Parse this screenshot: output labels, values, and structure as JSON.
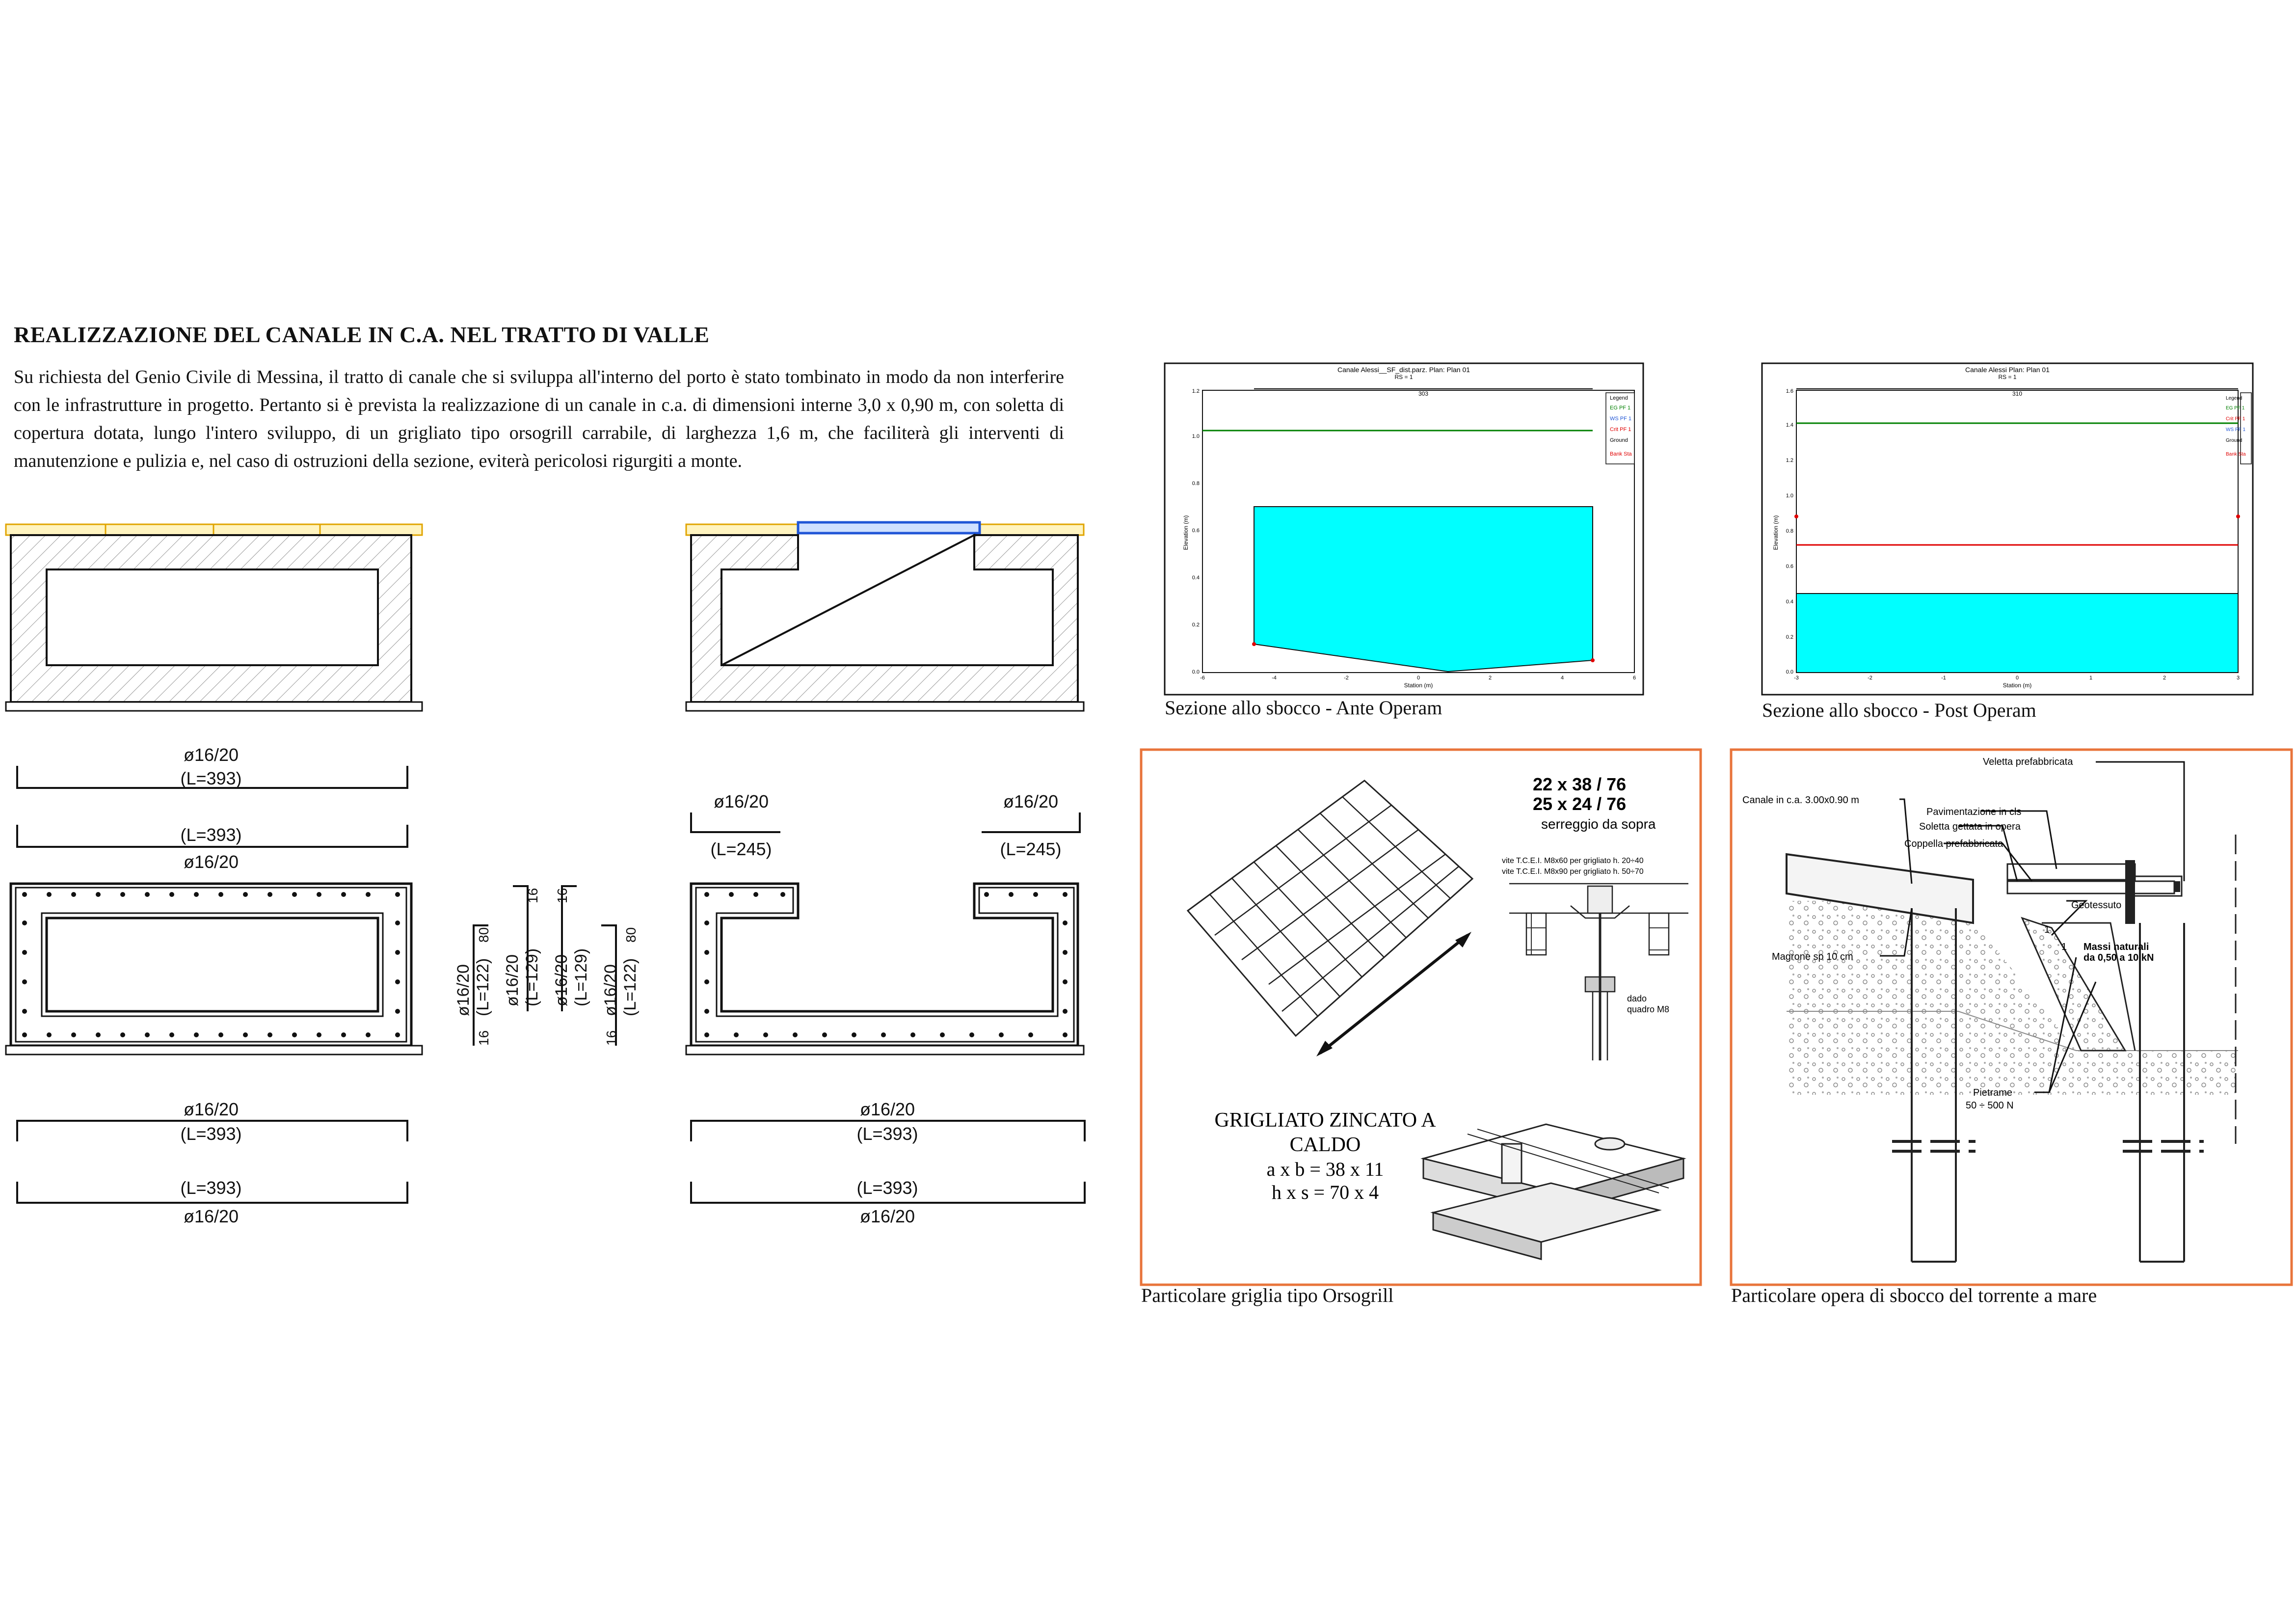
{
  "title": "REALIZZAZIONE DEL CANALE IN C.A. NEL TRATTO DI VALLE",
  "intro": "Su richiesta del Genio Civile di Messina, il tratto di canale che si sviluppa all'interno del porto è stato tombinato in modo da non interferire con le infrastrutture in progetto. Pertanto si è prevista la realizzazione di un canale in c.a. di dimensioni interne 3,0 x 0,90 m, con soletta di copertura dotata, lungo l'intero sviluppo, di un grigliato tipo orsogrill carrabile, di larghezza 1,6 m, che faciliterà gli interventi di manutenzione e pulizia e, nel caso di ostruzioni della sezione, eviterà pericolosi rigurgiti a monte.",
  "rebar": {
    "top_label": "ø16/20",
    "top_len": "(L=393)",
    "short_label": "ø16/20",
    "short_len": "(L=245)",
    "vertical_a": "ø16/20",
    "vertical_a_len": "(L=122)",
    "vertical_b": "ø16/20",
    "vertical_b_len": "(L=129)",
    "dim_80": "80",
    "dim_16": "16"
  },
  "captions": {
    "ante": "Sezione allo sbocco - Ante Operam",
    "post": "Sezione allo sbocco - Post Operam",
    "griglia": "Particolare griglia tipo Orsogrill",
    "sbocco": "Particolare opera di sbocco del torrente a mare"
  },
  "charts": {
    "ante": {
      "title": "Canale Alessi__SF_dist.parz.      Plan: Plan 01",
      "subtitle": "RS = 1",
      "span": "303",
      "xlabel": "Station (m)",
      "ylabel": "Elevation (m)",
      "legend": [
        "Legend",
        "EG PF 1",
        "WS PF 1",
        "Crit PF 1",
        "Ground",
        "Bank Sta"
      ],
      "xticks": [
        "-6",
        "-4",
        "-2",
        "0",
        "2",
        "4",
        "6"
      ],
      "yticks": [
        "0.0",
        "0.2",
        "0.4",
        "0.6",
        "0.8",
        "1.0",
        "1.2"
      ]
    },
    "post": {
      "title": "Canale Alessi      Plan: Plan 01",
      "subtitle": "RS = 1",
      "span": "310",
      "xlabel": "Station (m)",
      "ylabel": "Elevation (m)",
      "legend": [
        "Legend",
        "EG PF 1",
        "Crit PF 1",
        "WS PF 1",
        "Ground",
        "Bank Sta"
      ],
      "xticks": [
        "-3",
        "-2",
        "-1",
        "0",
        "1",
        "2",
        "3"
      ],
      "yticks": [
        "0.0",
        "0.2",
        "0.4",
        "0.6",
        "0.8",
        "1.0",
        "1.2",
        "1.4",
        "1.6"
      ]
    }
  },
  "griglia": {
    "spec1": "22 x 38 / 76",
    "spec2": "25 x 24 / 76",
    "spec3": "serreggio da sopra",
    "note1": "vite T.C.E.I. M8x60 per grigliato h. 20÷40",
    "note2": "vite T.C.E.I. M8x90 per grigliato h. 50÷70",
    "note3": "dado",
    "note4": "quadro M8",
    "big1": "GRIGLIATO ZINCATO A",
    "big2": "CALDO",
    "big3": "a x b = 38 x 11",
    "big4": "h x s = 70 x 4"
  },
  "sbocco": {
    "l1": "Veletta prefabbricata",
    "l2": "Canale in c.a. 3.00x0.90 m",
    "l3": "Pavimentazione in cls",
    "l4": "Soletta gettata in opera",
    "l5": "Coppella prefabbricata",
    "l6": "Geotessuto",
    "l7": "Massi naturali",
    "l8": "da 0,50 a 10 kN",
    "l9": "Magrone sp 10 cm",
    "l10": "Pietrame",
    "l11": "50 ÷ 500 N",
    "l12": "1"
  },
  "colors": {
    "water": "#00ffff",
    "eg_line": "#008000",
    "ws_line": "#e00000",
    "frame_orange": "#e8743b",
    "paving": "#f0b400",
    "grill": "#1f55d6"
  }
}
